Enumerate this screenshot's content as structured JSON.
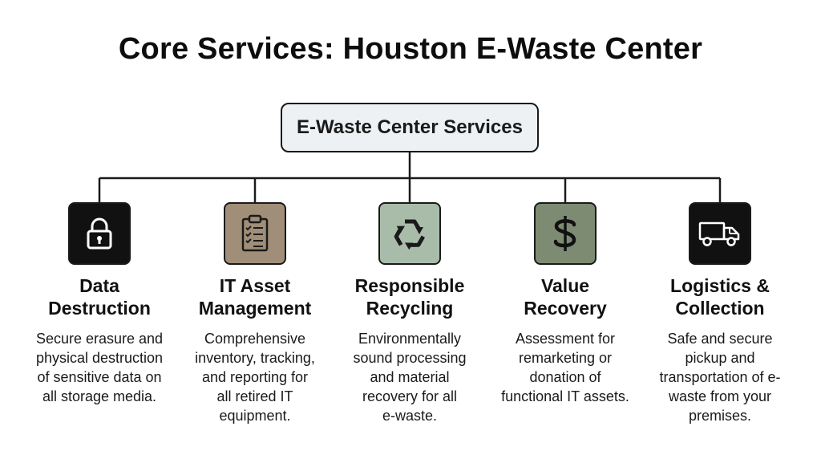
{
  "title": "Core Services: Houston E-Waste Center",
  "root": {
    "label": "E-Waste Center Services"
  },
  "colors": {
    "line": "#1a1a1a",
    "root_fill": "#eef1f4",
    "data_destruction_icon_bg": "#111111",
    "it_asset_icon_bg": "#a08e78",
    "recycling_icon_bg": "#a9bcaa",
    "value_recovery_icon_bg": "#7d8b73",
    "logistics_icon_bg": "#111111"
  },
  "services": [
    {
      "icon": "lock-icon",
      "title": "Data\nDestruction",
      "description": "Secure erasure and\nphysical destruction\nof sensitive data on\nall storage media."
    },
    {
      "icon": "clipboard-checklist-icon",
      "title": "IT Asset\nManagement",
      "description": "Comprehensive\ninventory, tracking,\nand reporting for\nall retired IT\nequipment."
    },
    {
      "icon": "recycle-icon",
      "title": "Responsible\nRecycling",
      "description": "Environmentally\nsound processing\nand material\nrecovery for all\ne-waste."
    },
    {
      "icon": "dollar-sign-icon",
      "title": "Value\nRecovery",
      "description": "Assessment for\nremarketing or\ndonation of\nfunctional IT assets."
    },
    {
      "icon": "truck-icon",
      "title": "Logistics &\nCollection",
      "description": "Safe and secure\npickup and\ntransportation of e-\nwaste from your\npremises."
    }
  ]
}
